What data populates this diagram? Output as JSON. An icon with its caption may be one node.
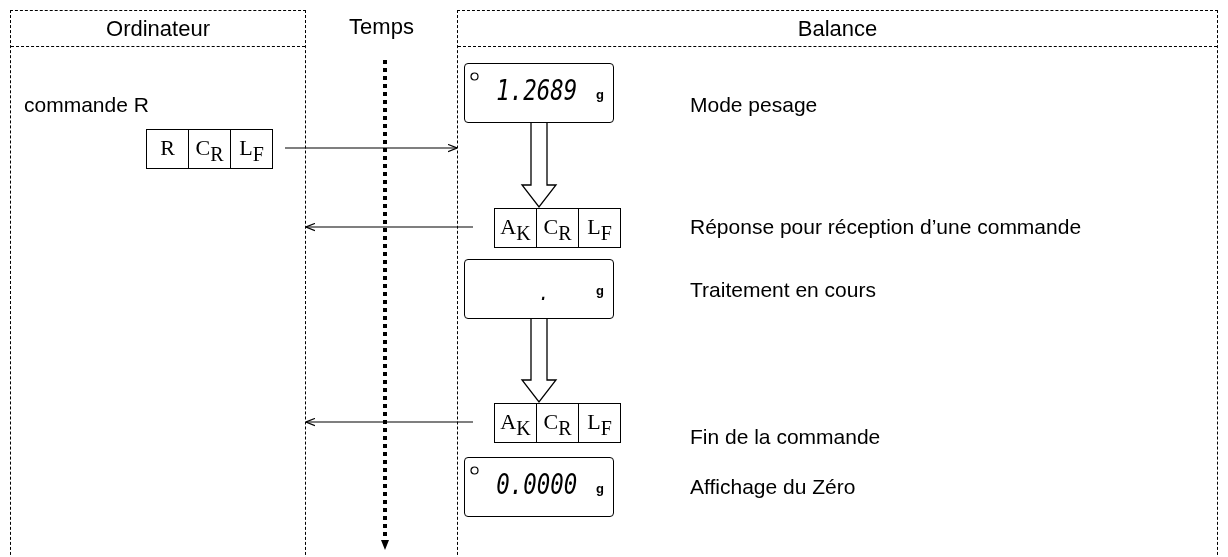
{
  "diagram": {
    "nodes": [
      {
        "text": [
          "Ordinateur"
        ]
      },
      {
        "text": [
          "Balance"
        ]
      },
      {
        "text": [
          "R",
          "C$_{R}$",
          "L$_{F}$"
        ],
        "in": 0,
        "beside": [
          "commande R"
        ]
      },
      {
        "text": [
          "1.2689",
          "g"
        ],
        "in": 1,
        "beside": [
          "Mode pesage"
        ]
      },
      {
        "text": [
          "A$_{K}$",
          "C$_{R}$",
          "L$_{F}$"
        ],
        "in": 1,
        "beside": [
          "Réponse pour réception d’une commande"
        ]
      },
      {
        "text": [
          ".",
          "g"
        ],
        "in": 1,
        "beside": [
          "Traitement en cours"
        ]
      },
      {
        "text": [
          "A$_{K}$",
          "C$_{R}$",
          "L$_{F}$"
        ],
        "in": 1,
        "beside": [
          "Fin de la commande"
        ]
      },
      {
        "text": [
          "0.0000",
          "g"
        ],
        "in": 1,
        "beside": [
          "Affichage du Zéro"
        ]
      }
    ],
    "edges": [
      {
        "from": 2,
        "to": 1,
        "arrow": "to"
      },
      {
        "from": 3,
        "to": 4,
        "arrow": "to",
        "style": "thick"
      },
      {
        "from": 4,
        "to": 0,
        "arrow": "to"
      },
      {
        "from": 5,
        "to": 6,
        "arrow": "to",
        "style": "thick"
      },
      {
        "from": 6,
        "to": 0,
        "arrow": "to"
      }
    ],
    "labels": [
      "Temps"
    ]
  }
}
